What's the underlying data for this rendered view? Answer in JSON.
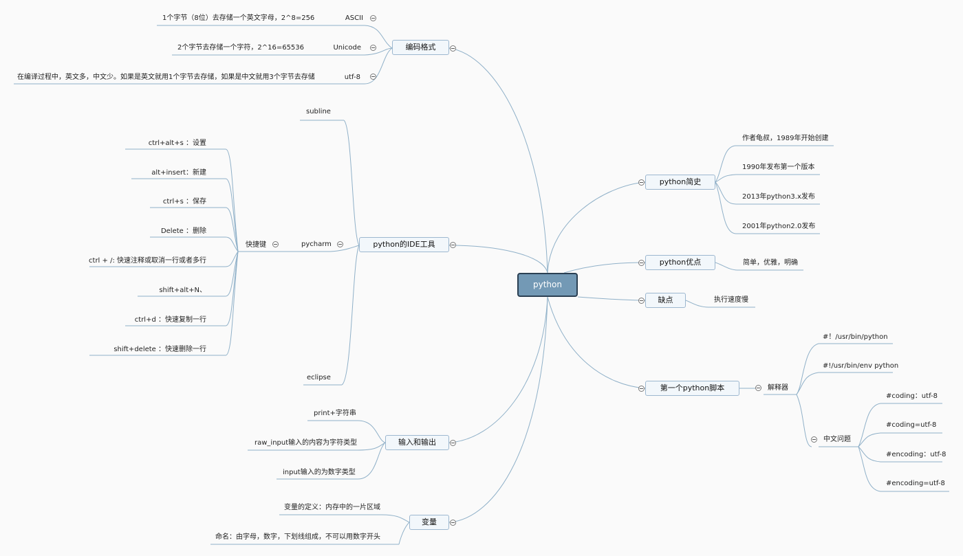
{
  "root": "python",
  "left": {
    "encoding": {
      "title": "编码格式",
      "ascii": {
        "label": "ASCII",
        "detail": "1个字节（8位）去存储一个英文字母，2^8=256"
      },
      "unicode": {
        "label": "Unicode",
        "detail": "2个字节去存储一个字符，2^16=65536"
      },
      "utf8": {
        "label": "utf-8",
        "detail": "在编译过程中，英文多，中文少。如果是英文就用1个字节去存储，如果是中文就用3个字节去存储"
      }
    },
    "ide": {
      "title": "python的IDE工具",
      "subline": "subline",
      "pycharm": "pycharm",
      "eclipse": "eclipse",
      "shortcuts": {
        "title": "快捷键",
        "items": [
          "ctrl+alt+s ：设置",
          "alt+insert：新建",
          "ctrl+s ：保存",
          "Delete ：删除",
          "ctrl + /: 快速注释或取消一行或者多行",
          "shift+alt+N、",
          "ctrl+d ：快速复制一行",
          "shift+delete ：快速删除一行"
        ]
      }
    },
    "io": {
      "title": "输入和输出",
      "items": [
        "print+字符串",
        "raw_input输入的内容为字符类型",
        "input输入的为数字类型"
      ]
    },
    "variable": {
      "title": "变量",
      "items": [
        "变量的定义：内存中的一片区域",
        "命名：由字母，数字，下划线组成，不可以用数字开头"
      ]
    }
  },
  "right": {
    "history": {
      "title": "python简史",
      "items": [
        "作者龟叔，1989年开始创建",
        "1990年发布第一个版本",
        "2013年python3.x发布",
        "2001年python2.0发布"
      ]
    },
    "pros": {
      "title": "python优点",
      "items": [
        "简单，优雅，明确"
      ]
    },
    "cons": {
      "title": "缺点",
      "items": [
        "执行速度慢"
      ]
    },
    "script": {
      "title": "第一个python脚本",
      "interpreter": {
        "title": "解释器",
        "items": [
          "#！/usr/bin/python",
          "#!/usr/bin/env python"
        ]
      },
      "chinese": {
        "title": "中文问题",
        "items": [
          "#coding：utf-8",
          "#coding=utf-8",
          "#encoding：utf-8",
          "#encoding=utf-8"
        ]
      }
    }
  },
  "colors": {
    "line": "#8fb0c8",
    "topic_fill": "#f2f7fb",
    "topic_border": "#9cb7cf",
    "root_fill": "#7399b5",
    "root_border": "#2a3f52"
  }
}
